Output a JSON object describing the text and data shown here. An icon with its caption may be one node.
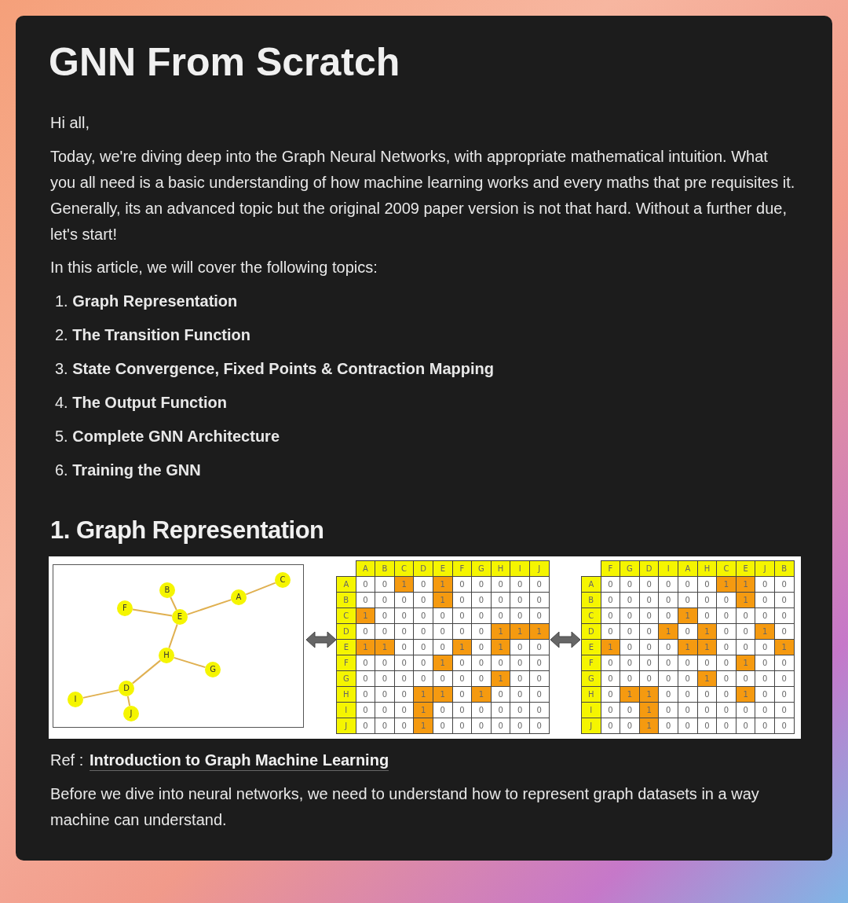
{
  "diagram": {
    "title": "GNN From Scratch",
    "nodes": [
      {
        "text": [
          "C"
        ]
      },
      {
        "text": [
          "B"
        ]
      },
      {
        "text": [
          "A"
        ]
      },
      {
        "text": [
          "F"
        ]
      },
      {
        "text": [
          "E"
        ]
      },
      {
        "text": [
          "H"
        ]
      },
      {
        "text": [
          "G"
        ]
      },
      {
        "text": [
          "D"
        ]
      },
      {
        "text": [
          "I"
        ]
      },
      {
        "text": [
          "J"
        ]
      }
    ],
    "edges": [
      {
        "from": 2,
        "to": 0,
        "arrow": "none"
      },
      {
        "from": 2,
        "to": 4,
        "arrow": "none"
      },
      {
        "from": 1,
        "to": 4,
        "arrow": "none"
      },
      {
        "from": 3,
        "to": 4,
        "arrow": "none"
      },
      {
        "from": 4,
        "to": 5,
        "arrow": "none"
      },
      {
        "from": 5,
        "to": 6,
        "arrow": "none"
      },
      {
        "from": 5,
        "to": 7,
        "arrow": "none"
      },
      {
        "from": 7,
        "to": 8,
        "arrow": "none"
      },
      {
        "from": 7,
        "to": 9,
        "arrow": "none"
      }
    ],
    "labels": [
      "Hi all,",
      "Today, we're diving deep into the Graph Neural Networks, with appropriate mathematical intuition. What you all need is a basic understanding of how machine learning works and every maths that pre requisites it. Generally, its an advanced topic but the original 2009 paper version is not that hard.  Without a further due, let's start!",
      "In this article, we will cover the following topics:",
      "1. **Graph Representation**",
      "2. **The Transition Function**",
      "3. **State Convergence, Fixed Points & Contraction Mapping**",
      "4. **The Output Function**",
      "5. **Complete GNN Architecture**",
      "6. **Training the GNN**",
      "1. Graph Representation",
      "A",
      "B",
      "C",
      "D",
      "E",
      "F",
      "G",
      "H",
      "I",
      "J",
      "A",
      "0",
      "0",
      "1",
      "0",
      "1",
      "0",
      "0",
      "0",
      "0",
      "0",
      "B",
      "0",
      "0",
      "0",
      "0",
      "1",
      "0",
      "0",
      "0",
      "0",
      "0",
      "C",
      "1",
      "0",
      "0",
      "0",
      "0",
      "0",
      "0",
      "0",
      "0",
      "0",
      "D",
      "0",
      "0",
      "0",
      "0",
      "0",
      "0",
      "0",
      "1",
      "1",
      "1",
      "E",
      "1",
      "1",
      "0",
      "0",
      "0",
      "1",
      "0",
      "1",
      "0",
      "0",
      "F",
      "0",
      "0",
      "0",
      "0",
      "1",
      "0",
      "0",
      "0",
      "0",
      "0",
      "G",
      "0",
      "0",
      "0",
      "0",
      "0",
      "0",
      "0",
      "1",
      "0",
      "0",
      "H",
      "0",
      "0",
      "0",
      "1",
      "1",
      "0",
      "1",
      "0",
      "0",
      "0",
      "I",
      "0",
      "0",
      "0",
      "1",
      "0",
      "0",
      "0",
      "0",
      "0",
      "0",
      "J",
      "0",
      "0",
      "0",
      "1",
      "0",
      "0",
      "0",
      "0",
      "0",
      "0",
      "F",
      "G",
      "D",
      "I",
      "A",
      "H",
      "C",
      "E",
      "J",
      "B",
      "A",
      "0",
      "0",
      "0",
      "0",
      "0",
      "0",
      "1",
      "1",
      "0",
      "0",
      "B",
      "0",
      "0",
      "0",
      "0",
      "0",
      "0",
      "0",
      "1",
      "0",
      "0",
      "C",
      "0",
      "0",
      "0",
      "0",
      "1",
      "0",
      "0",
      "0",
      "0",
      "0",
      "D",
      "0",
      "0",
      "0",
      "1",
      "0",
      "1",
      "0",
      "0",
      "1",
      "0",
      "E",
      "1",
      "0",
      "0",
      "0",
      "1",
      "1",
      "0",
      "0",
      "0",
      "1",
      "F",
      "0",
      "0",
      "0",
      "0",
      "0",
      "0",
      "0",
      "1",
      "0",
      "0",
      "G",
      "0",
      "0",
      "0",
      "0",
      "0",
      "1",
      "0",
      "0",
      "0",
      "0",
      "H",
      "0",
      "1",
      "1",
      "0",
      "0",
      "0",
      "0",
      "1",
      "0",
      "0",
      "I",
      "0",
      "0",
      "1",
      "0",
      "0",
      "0",
      "0",
      "0",
      "0",
      "0",
      "J",
      "0",
      "0",
      "1",
      "0",
      "0",
      "0",
      "0",
      "0",
      "0",
      "0",
      "Ref :",
      "Introduction to Graph Machine Learning",
      "Before we dive into neural networks, we need to understand how to represent graph datasets in a way machine can understand."
    ]
  }
}
